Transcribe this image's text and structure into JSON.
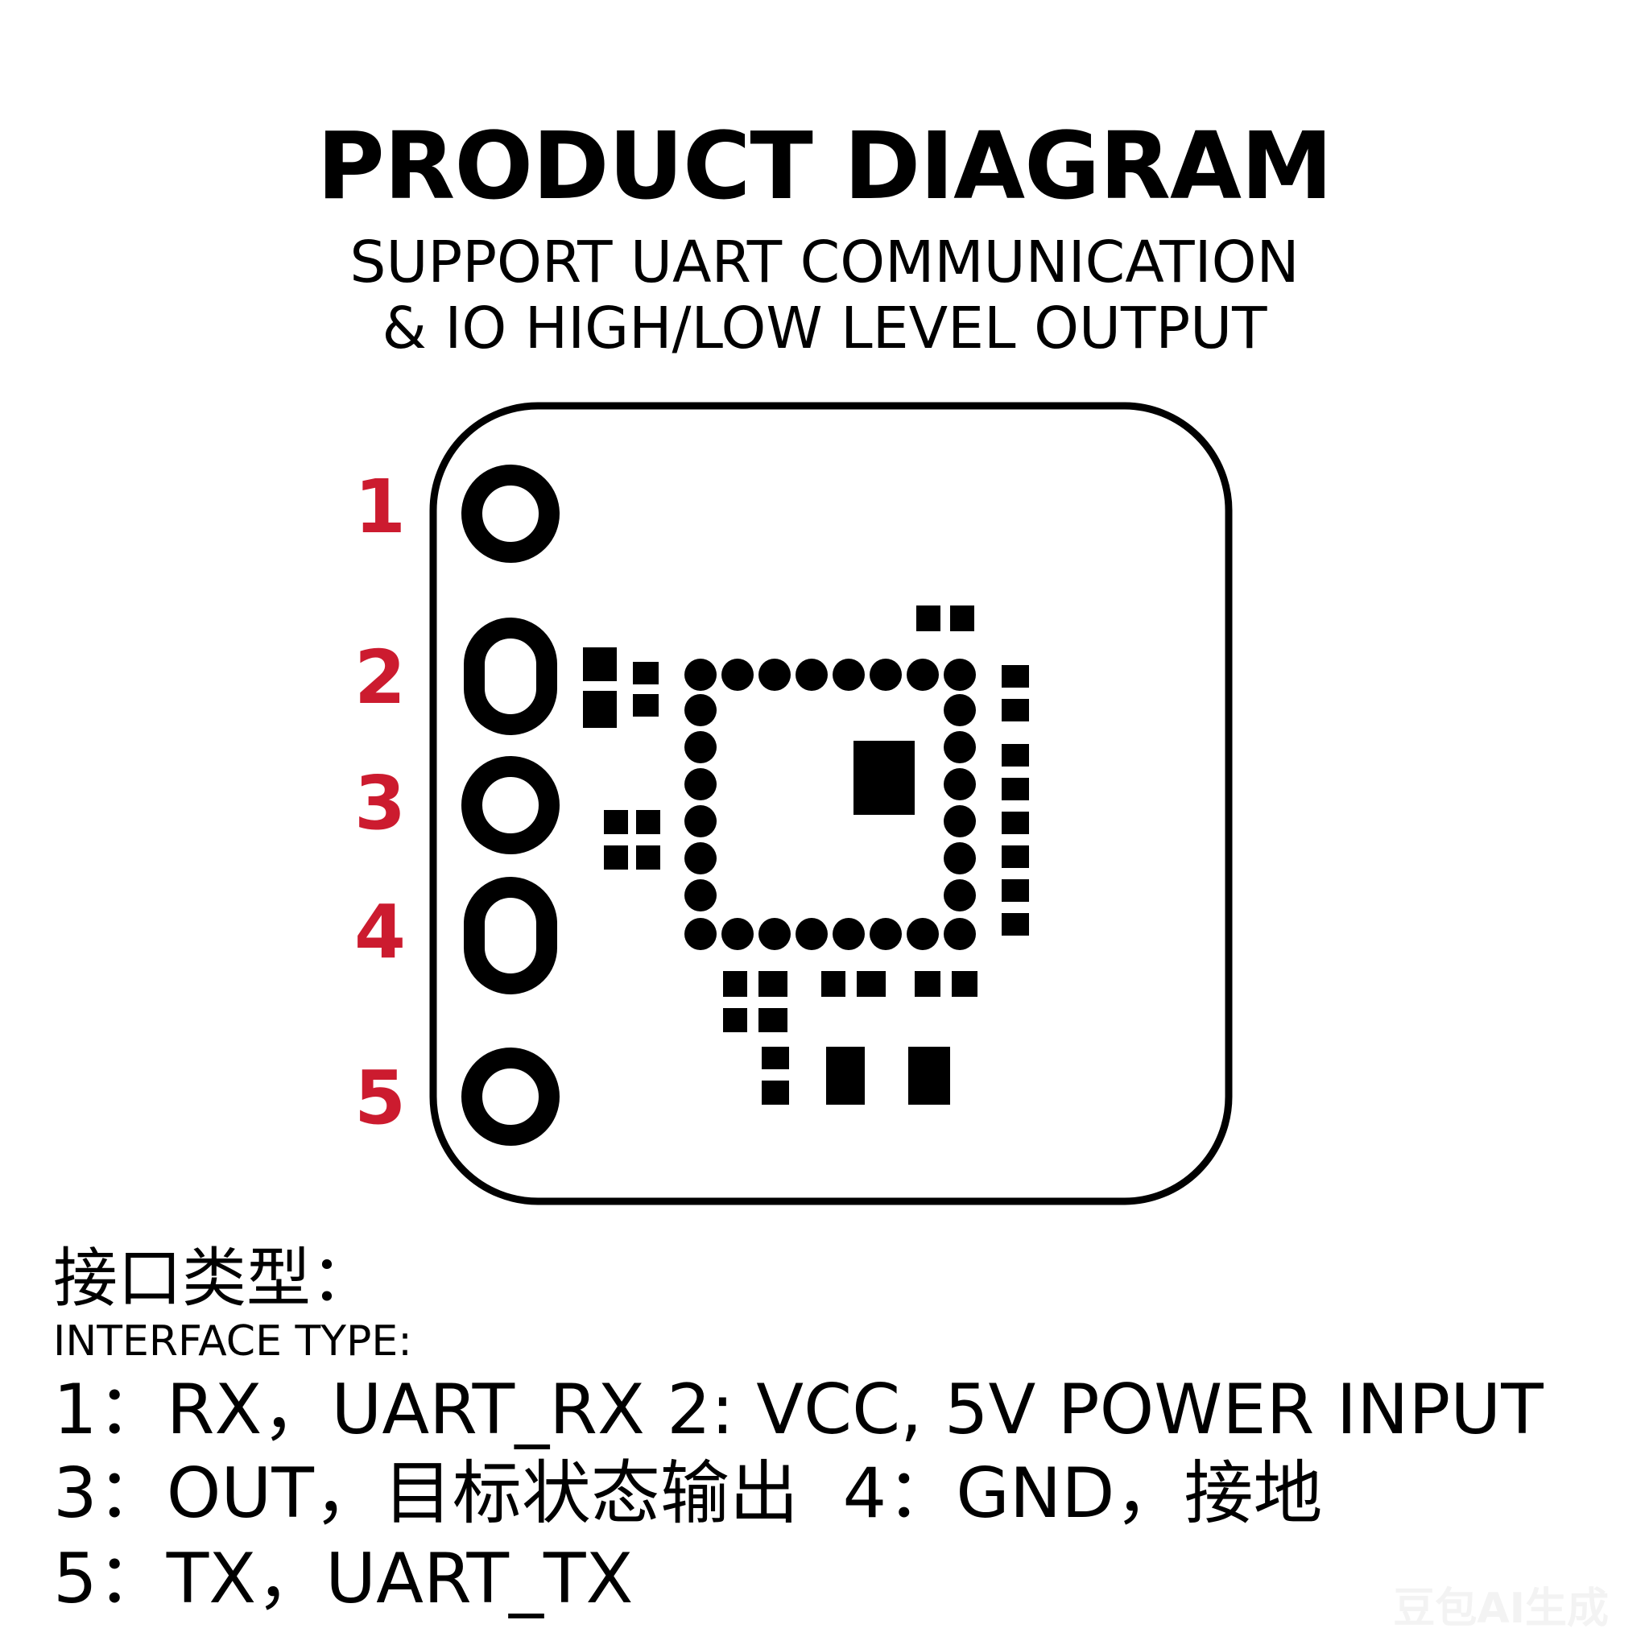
{
  "header": {
    "title": "PRODUCT DIAGRAM",
    "subtitle_line1": "SUPPORT UART COMMUNICATION",
    "subtitle_line2": "& IO HIGH/LOW LEVEL OUTPUT"
  },
  "pins": [
    "1",
    "2",
    "3",
    "4",
    "5"
  ],
  "interface": {
    "heading_cn": "接口类型：",
    "heading_en": "INTERFACE TYPE:",
    "line1": "1：RX，UART_RX 2: VCC, 5V POWER INPUT",
    "line2": "3：OUT，目标状态输出  4：GND，接地",
    "line3": "5：TX，UART_TX"
  },
  "watermark": "豆包AI生成",
  "colors": {
    "pin_label": "#cc1b2f",
    "outline": "#000000",
    "background": "#ffffff"
  }
}
